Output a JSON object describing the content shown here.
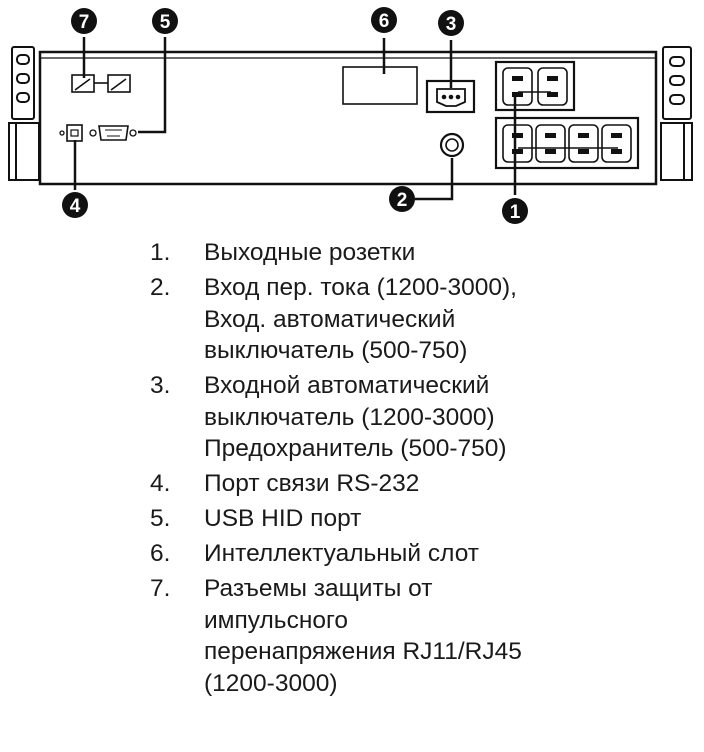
{
  "callouts": [
    {
      "label": "7",
      "target": "rj45-ports"
    },
    {
      "label": "5",
      "target": "usb-hid-port"
    },
    {
      "label": "6",
      "target": "intelligent-slot"
    },
    {
      "label": "3",
      "target": "input-breaker-fuse"
    },
    {
      "label": "4",
      "target": "rs232-port"
    },
    {
      "label": "2",
      "target": "ac-input"
    },
    {
      "label": "1",
      "target": "output-outlets"
    }
  ],
  "legend": [
    {
      "num": "1.",
      "lines": [
        "Выходные розетки"
      ]
    },
    {
      "num": "2.",
      "lines": [
        "Вход пер. тока (1200-3000),",
        "Вход. автоматический",
        "выключатель (500-750)"
      ]
    },
    {
      "num": "3.",
      "lines": [
        "Входной автоматический",
        "выключатель (1200-3000)",
        "Предохранитель (500-750)"
      ]
    },
    {
      "num": "4.",
      "lines": [
        "Порт связи RS-232"
      ]
    },
    {
      "num": "5.",
      "lines": [
        "USB HID порт"
      ]
    },
    {
      "num": "6.",
      "lines": [
        "Интеллектуальный слот"
      ]
    },
    {
      "num": "7.",
      "lines": [
        "Разъемы защиты от",
        "импульсного",
        "перенапряжения RJ11/RJ45",
        "(1200-3000)"
      ]
    }
  ]
}
